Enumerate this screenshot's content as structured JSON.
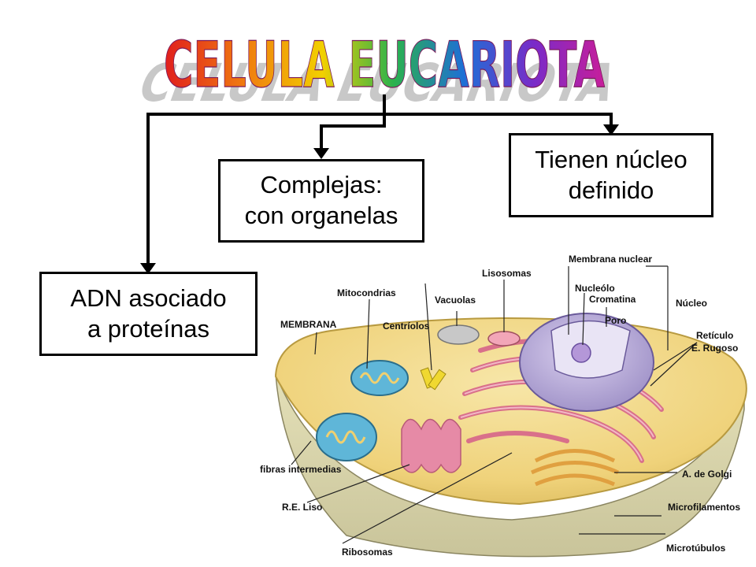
{
  "title": "CELULA EUCARIOTA",
  "boxes": {
    "nucleo": {
      "line1": "Tienen núcleo",
      "line2": "definido"
    },
    "complejas": {
      "line1": "Complejas:",
      "line2": "con organelas"
    },
    "adn": {
      "line1": "ADN asociado",
      "line2": "a proteínas"
    }
  },
  "cell_labels": {
    "membrana_nuclear": "Membrana nuclear",
    "lisosomas": "Lisosomas",
    "mitocondrias": "Mitocondrias",
    "vacuolas": "Vacuolas",
    "nucleolo": "Nucleólo",
    "cromatina": "Cromatina",
    "nucleo": "Núcleo",
    "poro": "Poro",
    "membrana": "MEMBRANA",
    "centriolos": "Centríolos",
    "reticulo_1": "Retículo",
    "reticulo_2": "E. Rugoso",
    "fibras": "fibras intermedias",
    "golgi": "A. de Golgi",
    "re_liso": "R.E. Liso",
    "microfilamentos": "Microfilamentos",
    "ribosomas": "Ribosomas",
    "microtubulos": "Microtúbulos"
  },
  "colors": {
    "title_gradient": [
      "#e01e1e",
      "#f07a10",
      "#f2d000",
      "#2bb24c",
      "#1e6fd6",
      "#7a2bc8",
      "#c81e9a"
    ],
    "line": "#000000"
  }
}
